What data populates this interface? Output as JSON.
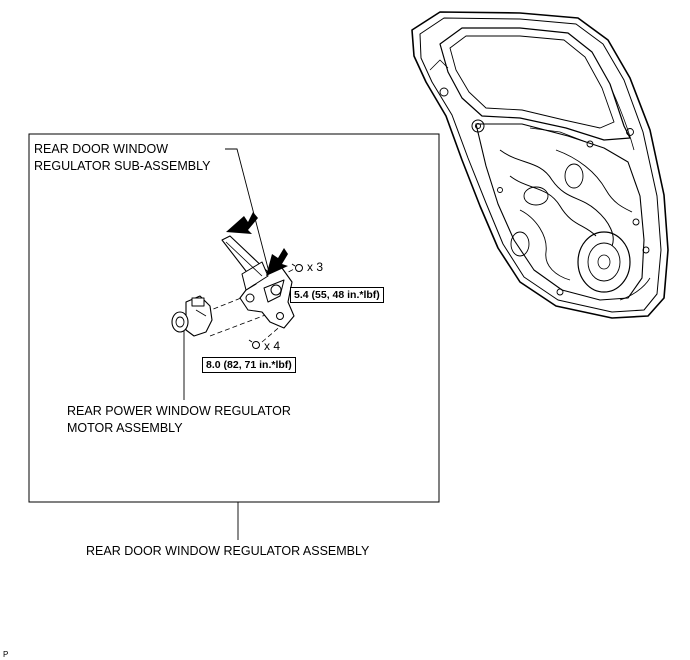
{
  "labels": {
    "sub_assembly": [
      "REAR DOOR WINDOW",
      "REGULATOR SUB-ASSEMBLY"
    ],
    "motor_assembly": [
      "REAR POWER WINDOW REGULATOR",
      "MOTOR ASSEMBLY"
    ],
    "regulator_assembly": "REAR DOOR WINDOW REGULATOR ASSEMBLY"
  },
  "fasteners": [
    {
      "quantity": "x 3",
      "torque": "5.4 (55, 48 in.*lbf)"
    },
    {
      "quantity": "x 4",
      "torque": "8.0 (82, 71 in.*lbf)"
    }
  ],
  "corner_mark": "P",
  "colors": {
    "line": "#000000",
    "background": "#ffffff"
  }
}
